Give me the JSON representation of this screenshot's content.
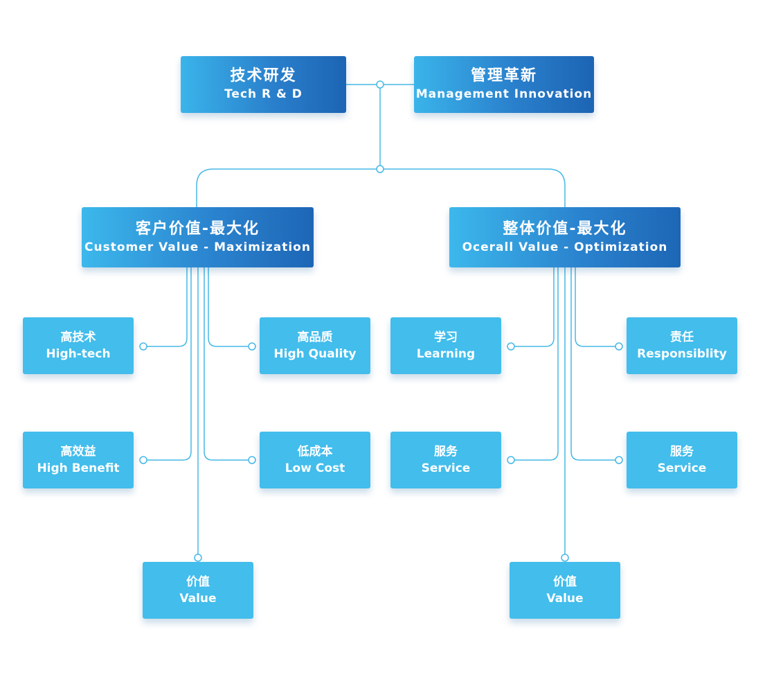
{
  "colors": {
    "line": "#45b8e6",
    "leaf": "#42bdec",
    "gradient_start": "#3ab4ea",
    "gradient_end": "#1c64b4",
    "text": "#ffffff"
  },
  "top": {
    "tech": {
      "zh": "技术研发",
      "en": "Tech R & D"
    },
    "management": {
      "zh": "管理革新",
      "en": "Management Innovation"
    }
  },
  "customer": {
    "zh": "客户价值-最大化",
    "en": "Customer Value - Maximization",
    "items": [
      {
        "zh": "高技术",
        "en": "High-tech"
      },
      {
        "zh": "高品质",
        "en": "High Quality"
      },
      {
        "zh": "高效益",
        "en": "High Benefit"
      },
      {
        "zh": "低成本",
        "en": "Low Cost"
      },
      {
        "zh": "价值",
        "en": "Value"
      }
    ]
  },
  "overall": {
    "zh": "整体价值-最大化",
    "en": "Ocerall Value - Optimization",
    "items": [
      {
        "zh": "学习",
        "en": "Learning"
      },
      {
        "zh": "责任",
        "en": "Responsiblity"
      },
      {
        "zh": "服务",
        "en": "Service"
      },
      {
        "zh": "服务",
        "en": "Service"
      },
      {
        "zh": "价值",
        "en": "Value"
      }
    ]
  }
}
